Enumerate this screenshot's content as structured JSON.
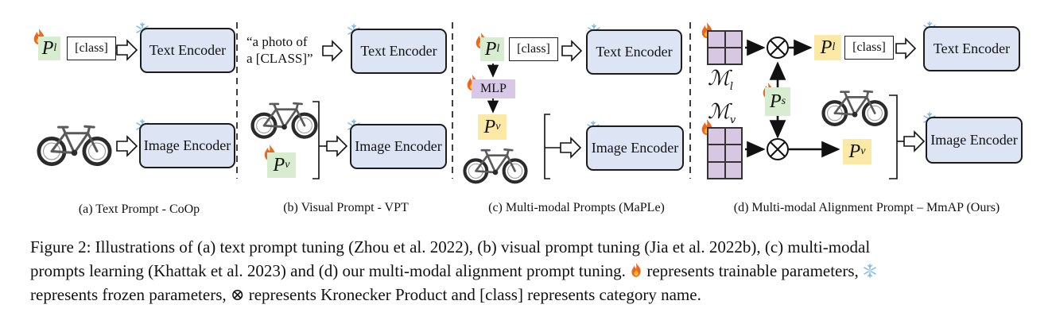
{
  "panels": {
    "a": {
      "prompt_label": "P",
      "prompt_sub": "l",
      "class_label": "[class]",
      "text_encoder": "Text Encoder",
      "image_encoder": "Image Encoder",
      "caption": "(a) Text Prompt - CoOp"
    },
    "b": {
      "quote_line1": "“a photo of",
      "quote_line2": "a [CLASS]”",
      "text_encoder": "Text Encoder",
      "prompt_label": "P",
      "prompt_sub": "v",
      "image_encoder": "Image Encoder",
      "caption": "(b) Visual Prompt - VPT"
    },
    "c": {
      "prompt_label": "P",
      "prompt_sub": "l",
      "class_label": "[class]",
      "text_encoder": "Text Encoder",
      "mlp_label": "MLP",
      "visual_prompt_label": "P",
      "visual_prompt_sub": "v",
      "image_encoder": "Image Encoder",
      "caption": "(c) Multi-modal Prompts (MaPLe)"
    },
    "d": {
      "ml_label": "ℳ",
      "ml_sub": "l",
      "mv_label": "ℳ",
      "mv_sub": "v",
      "ps_label": "P",
      "ps_sub": "s",
      "pl_label": "P",
      "pl_sub": "l",
      "class_label": "[class]",
      "text_encoder": "Text Encoder",
      "pv_label": "P",
      "pv_sub": "v",
      "image_encoder": "Image Encoder",
      "caption": "(d) Multi-modal Alignment Prompt – MmAP (Ours)"
    }
  },
  "figure_caption": {
    "line1": "Figure 2: Illustrations of (a) text prompt tuning (Zhou et al. 2022), (b) visual prompt tuning (Jia et al. 2022b), (c) multi-modal",
    "line2a": "prompts learning (Khattak et al. 2023) and (d) our multi-modal alignment prompt tuning.",
    "line2b": "represents trainable parameters,",
    "line3a": "represents frozen parameters,",
    "line3b": "⊗",
    "line3c": "represents Kronecker Product and [class] represents category name."
  },
  "icons": {
    "trainable": "fire-icon",
    "frozen": "snowflake-icon",
    "kronecker": "kronecker-product-icon",
    "bicycle": "bicycle-icon"
  },
  "colors": {
    "encoder_fill": "#dde5f5",
    "text_prompt_fill": "#d8ecd0",
    "visual_prompt_fill": "#fde9a6",
    "mlp_fill": "#d6c8e6",
    "matrix_fill": "#d8c7e3",
    "fire": "#f0661a",
    "snow": "#8cc4ea"
  }
}
